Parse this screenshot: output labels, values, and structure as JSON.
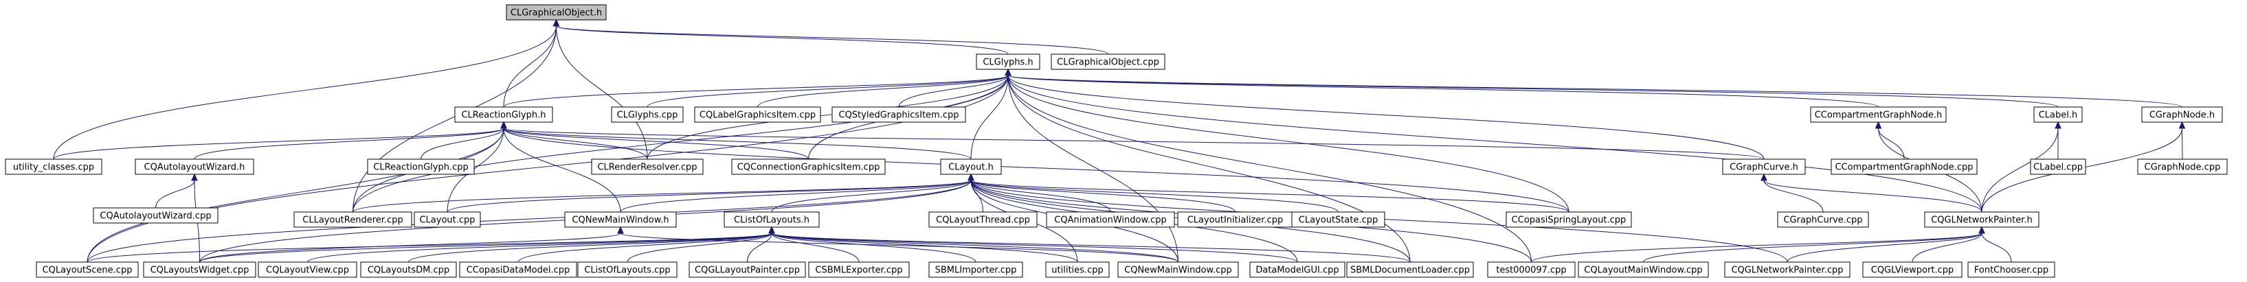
{
  "title": "CLGraphicalObject.h",
  "colors": {
    "root_fill": "#bfbfbf",
    "node_fill": "#ffffff",
    "node_stroke": "#000000",
    "highlight_stroke": "#ff0000",
    "edge": "#1a1a66"
  },
  "nodes": [
    {
      "id": "CLGraphicalObject_h",
      "label": "CLGraphicalObject.h"
    },
    {
      "id": "CLGlyphs_h",
      "label": "CLGlyphs.h"
    },
    {
      "id": "CLGraphicalObject_cpp",
      "label": "CLGraphicalObject.cpp"
    },
    {
      "id": "CLReactionGlyph_h",
      "label": "CLReactionGlyph.h"
    },
    {
      "id": "CLGlyphs_cpp",
      "label": "CLGlyphs.cpp"
    },
    {
      "id": "CQLabelGraphicsItem_cpp",
      "label": "CQLabelGraphicsItem.cpp"
    },
    {
      "id": "CQStyledGraphicsItem_cpp",
      "label": "CQStyledGraphicsItem.cpp"
    },
    {
      "id": "CCompartmentGraphNode_h",
      "label": "CCompartmentGraphNode.h"
    },
    {
      "id": "CLabel_h",
      "label": "CLabel.h"
    },
    {
      "id": "CGraphNode_h",
      "label": "CGraphNode.h"
    },
    {
      "id": "utility_classes_cpp",
      "label": "utility_classes.cpp"
    },
    {
      "id": "CQAutolayoutWizard_h",
      "label": "CQAutolayoutWizard.h"
    },
    {
      "id": "CLReactionGlyph_cpp",
      "label": "CLReactionGlyph.cpp"
    },
    {
      "id": "CLRenderResolver_cpp",
      "label": "CLRenderResolver.cpp"
    },
    {
      "id": "CQConnectionGraphicsItem_cpp",
      "label": "CQConnectionGraphicsItem.cpp"
    },
    {
      "id": "CLayout_h",
      "label": "CLayout.h"
    },
    {
      "id": "CGraphCurve_h",
      "label": "CGraphCurve.h"
    },
    {
      "id": "CCompartmentGraphNode_cpp",
      "label": "CCompartmentGraphNode.cpp"
    },
    {
      "id": "CLabel_cpp",
      "label": "CLabel.cpp"
    },
    {
      "id": "CGraphNode_cpp",
      "label": "CGraphNode.cpp"
    },
    {
      "id": "CQAutolayoutWizard_cpp",
      "label": "CQAutolayoutWizard.cpp"
    },
    {
      "id": "CLLayoutRenderer_cpp",
      "label": "CLLayoutRenderer.cpp"
    },
    {
      "id": "CLayout_cpp",
      "label": "CLayout.cpp"
    },
    {
      "id": "CQNewMainWindow_h",
      "label": "CQNewMainWindow.h"
    },
    {
      "id": "CQLayoutThread_cpp",
      "label": "CQLayoutThread.cpp"
    },
    {
      "id": "CQAnimationWindow_cpp",
      "label": "CQAnimationWindow.cpp"
    },
    {
      "id": "CLayoutInitializer_cpp",
      "label": "CLayoutInitializer.cpp"
    },
    {
      "id": "CLayoutState_cpp",
      "label": "CLayoutState.cpp"
    },
    {
      "id": "CCopasiSpringLayout_cpp",
      "label": "CCopasiSpringLayout.cpp"
    },
    {
      "id": "CGraphCurve_cpp",
      "label": "CGraphCurve.cpp"
    },
    {
      "id": "CQGLNetworkPainter_h",
      "label": "CQGLNetworkPainter.h"
    },
    {
      "id": "CListOfLayouts_h",
      "label": "CListOfLayouts.h"
    },
    {
      "id": "CQLayoutScene_cpp",
      "label": "CQLayoutScene.cpp"
    },
    {
      "id": "CQLayoutsWidget_cpp",
      "label": "CQLayoutsWidget.cpp"
    },
    {
      "id": "CQLayoutView_cpp",
      "label": "CQLayoutView.cpp"
    },
    {
      "id": "CQLayoutsDM_cpp",
      "label": "CQLayoutsDM.cpp"
    },
    {
      "id": "CQCopasiDataModel_cpp",
      "label": "CCopasiDataModel.cpp"
    },
    {
      "id": "CListOfLayouts_cpp",
      "label": "CListOfLayouts.cpp"
    },
    {
      "id": "CQGLLayoutPainter_cpp",
      "label": "CQGLLayoutPainter.cpp"
    },
    {
      "id": "CSBMLExporter_cpp",
      "label": "CSBMLExporter.cpp"
    },
    {
      "id": "SBMLImporter_cpp",
      "label": "SBMLImporter.cpp"
    },
    {
      "id": "utilities_cpp",
      "label": "utilities.cpp"
    },
    {
      "id": "CQNewMainWindow_cpp",
      "label": "CQNewMainWindow.cpp"
    },
    {
      "id": "DataModelGUI_cpp",
      "label": "DataModelGUI.cpp"
    },
    {
      "id": "SBMLDocumentLoader_cpp",
      "label": "SBMLDocumentLoader.cpp"
    },
    {
      "id": "test000097_cpp",
      "label": "test000097.cpp"
    },
    {
      "id": "CQLayoutMainWindow_cpp",
      "label": "CQLayoutMainWindow.cpp"
    },
    {
      "id": "CQGLNetworkPainter_cpp",
      "label": "CQGLNetworkPainter.cpp"
    },
    {
      "id": "CQGLViewport_cpp",
      "label": "CQGLViewport.cpp"
    },
    {
      "id": "FontChooser_cpp",
      "label": "FontChooser.cpp"
    }
  ],
  "edges": [
    [
      "CLGraphicalObject_h",
      "CLGlyphs_h"
    ],
    [
      "CLGraphicalObject_h",
      "CLGraphicalObject_cpp"
    ],
    [
      "CLGraphicalObject_h",
      "CLReactionGlyph_h"
    ],
    [
      "CLGraphicalObject_h",
      "utility_classes_cpp"
    ],
    [
      "CLGraphicalObject_h",
      "CLLayoutRenderer_cpp"
    ],
    [
      "CLGraphicalObject_h",
      "CLRenderResolver_cpp"
    ],
    [
      "CLGlyphs_h",
      "CLReactionGlyph_h"
    ],
    [
      "CLGlyphs_h",
      "CLGlyphs_cpp"
    ],
    [
      "CLGlyphs_h",
      "CQLabelGraphicsItem_cpp"
    ],
    [
      "CLGlyphs_h",
      "CQStyledGraphicsItem_cpp"
    ],
    [
      "CLGlyphs_h",
      "CCompartmentGraphNode_h"
    ],
    [
      "CLGlyphs_h",
      "CLabel_h"
    ],
    [
      "CLGlyphs_h",
      "CGraphNode_h"
    ],
    [
      "CLGlyphs_h",
      "CLayout_h"
    ],
    [
      "CLGlyphs_h",
      "CLRenderResolver_cpp"
    ],
    [
      "CLGlyphs_h",
      "CQConnectionGraphicsItem_cpp"
    ],
    [
      "CLGlyphs_h",
      "CGraphCurve_h"
    ],
    [
      "CLGlyphs_h",
      "CQGLNetworkPainter_h"
    ],
    [
      "CLGlyphs_h",
      "CCopasiSpringLayout_cpp"
    ],
    [
      "CLGlyphs_h",
      "CLLayoutRenderer_cpp"
    ],
    [
      "CLGlyphs_h",
      "SBMLDocumentLoader_cpp"
    ],
    [
      "CLGlyphs_h",
      "test000097_cpp"
    ],
    [
      "CLGlyphs_h",
      "CQLayoutScene_cpp"
    ],
    [
      "CLGlyphs_h",
      "CQNewMainWindow_cpp"
    ],
    [
      "CLReactionGlyph_h",
      "utility_classes_cpp"
    ],
    [
      "CLReactionGlyph_h",
      "CQAutolayoutWizard_h"
    ],
    [
      "CLReactionGlyph_h",
      "CLReactionGlyph_cpp"
    ],
    [
      "CLReactionGlyph_h",
      "CLRenderResolver_cpp"
    ],
    [
      "CLReactionGlyph_h",
      "CQConnectionGraphicsItem_cpp"
    ],
    [
      "CLReactionGlyph_h",
      "CLayout_h"
    ],
    [
      "CLReactionGlyph_h",
      "CGraphCurve_h"
    ],
    [
      "CLReactionGlyph_h",
      "CLLayoutRenderer_cpp"
    ],
    [
      "CLReactionGlyph_h",
      "CLayout_cpp"
    ],
    [
      "CLReactionGlyph_h",
      "CQNewMainWindow_h"
    ],
    [
      "CLReactionGlyph_h",
      "CQLayoutScene_cpp"
    ],
    [
      "CLReactionGlyph_h",
      "CCopasiSpringLayout_cpp"
    ],
    [
      "CQAutolayoutWizard_h",
      "CQAutolayoutWizard_cpp"
    ],
    [
      "CQAutolayoutWizard_h",
      "CQLayoutsWidget_cpp"
    ],
    [
      "CCompartmentGraphNode_h",
      "CCompartmentGraphNode_cpp"
    ],
    [
      "CCompartmentGraphNode_h",
      "CQGLNetworkPainter_h"
    ],
    [
      "CLabel_h",
      "CLabel_cpp"
    ],
    [
      "CLabel_h",
      "CQGLNetworkPainter_h"
    ],
    [
      "CGraphNode_h",
      "CGraphNode_cpp"
    ],
    [
      "CGraphNode_h",
      "CQGLNetworkPainter_h"
    ],
    [
      "CGraphCurve_h",
      "CGraphCurve_cpp"
    ],
    [
      "CGraphCurve_h",
      "CQGLNetworkPainter_h"
    ],
    [
      "CLayout_h",
      "CLLayoutRenderer_cpp"
    ],
    [
      "CLayout_h",
      "CLayout_cpp"
    ],
    [
      "CLayout_h",
      "CQNewMainWindow_h"
    ],
    [
      "CLayout_h",
      "CQLayoutThread_cpp"
    ],
    [
      "CLayout_h",
      "CQAnimationWindow_cpp"
    ],
    [
      "CLayout_h",
      "CLayoutInitializer_cpp"
    ],
    [
      "CLayout_h",
      "CLayoutState_cpp"
    ],
    [
      "CLayout_h",
      "CCopasiSpringLayout_cpp"
    ],
    [
      "CLayout_h",
      "CListOfLayouts_h"
    ],
    [
      "CLayout_h",
      "CQLayoutScene_cpp"
    ],
    [
      "CLayout_h",
      "CQLayoutsWidget_cpp"
    ],
    [
      "CLayout_h",
      "utilities_cpp"
    ],
    [
      "CLayout_h",
      "CQNewMainWindow_cpp"
    ],
    [
      "CLayout_h",
      "DataModelGUI_cpp"
    ],
    [
      "CLayout_h",
      "SBMLDocumentLoader_cpp"
    ],
    [
      "CLayout_h",
      "test000097_cpp"
    ],
    [
      "CLayout_h",
      "CQGLNetworkPainter_cpp"
    ],
    [
      "CQNewMainWindow_h",
      "CQLayoutsWidget_cpp"
    ],
    [
      "CQNewMainWindow_h",
      "CQNewMainWindow_cpp"
    ],
    [
      "CListOfLayouts_h",
      "CQLayoutScene_cpp"
    ],
    [
      "CListOfLayouts_h",
      "CQLayoutsWidget_cpp"
    ],
    [
      "CListOfLayouts_h",
      "CQLayoutView_cpp"
    ],
    [
      "CListOfLayouts_h",
      "CQLayoutsDM_cpp"
    ],
    [
      "CListOfLayouts_h",
      "CQCopasiDataModel_cpp"
    ],
    [
      "CListOfLayouts_h",
      "CListOfLayouts_cpp"
    ],
    [
      "CListOfLayouts_h",
      "CQGLLayoutPainter_cpp"
    ],
    [
      "CListOfLayouts_h",
      "CSBMLExporter_cpp"
    ],
    [
      "CListOfLayouts_h",
      "SBMLImporter_cpp"
    ],
    [
      "CListOfLayouts_h",
      "utilities_cpp"
    ],
    [
      "CListOfLayouts_h",
      "CQNewMainWindow_cpp"
    ],
    [
      "CListOfLayouts_h",
      "DataModelGUI_cpp"
    ],
    [
      "CListOfLayouts_h",
      "SBMLDocumentLoader_cpp"
    ],
    [
      "CQGLNetworkPainter_h",
      "CQLayoutMainWindow_cpp"
    ],
    [
      "CQGLNetworkPainter_h",
      "CQGLNetworkPainter_cpp"
    ],
    [
      "CQGLNetworkPainter_h",
      "CQGLViewport_cpp"
    ],
    [
      "CQGLNetworkPainter_h",
      "FontChooser_cpp"
    ],
    [
      "CQGLNetworkPainter_h",
      "test000097_cpp"
    ]
  ]
}
